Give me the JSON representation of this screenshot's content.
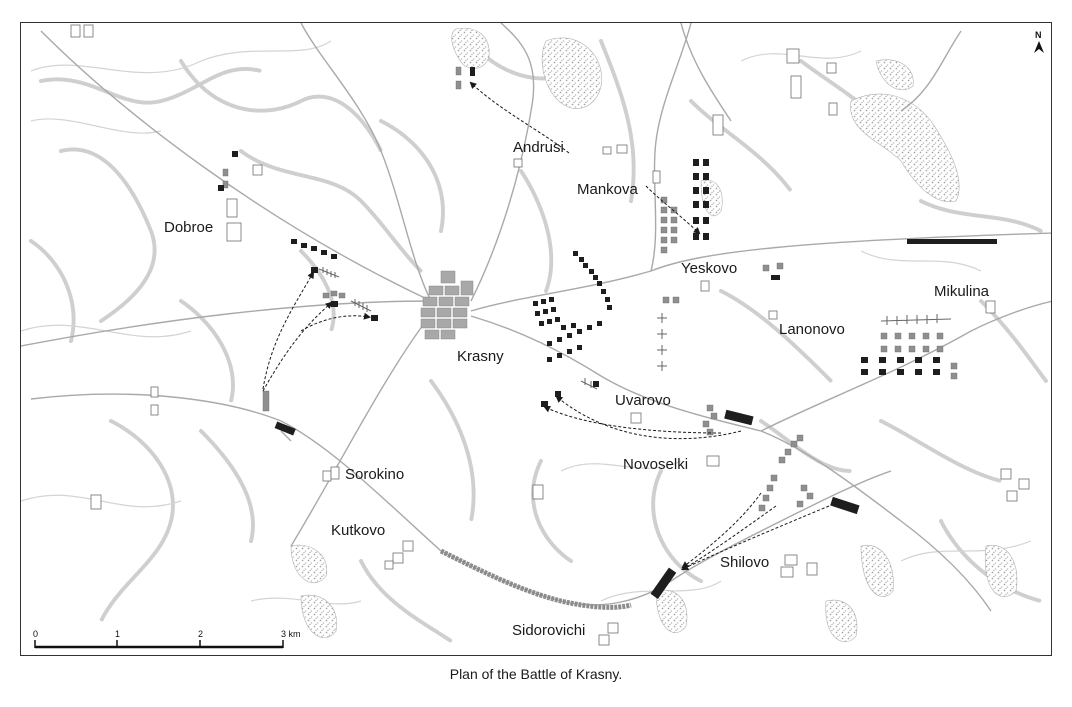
{
  "caption": "Plan of the Battle of Krasny.",
  "north_label": "N",
  "scale": {
    "ticks": [
      "0",
      "1",
      "2",
      "3 km"
    ]
  },
  "places": {
    "andrusi": "Andrusi",
    "mankova": "Mankova",
    "dobroe": "Dobroe",
    "yeskovo": "Yeskovo",
    "mikulina": "Mikulina",
    "lanonovo": "Lanonovo",
    "krasny": "Krasny",
    "uvarovo": "Uvarovo",
    "novoselki": "Novoselki",
    "sorokino": "Sorokino",
    "kutkovo": "Kutkovo",
    "shilovo": "Shilovo",
    "sidorovichi": "Sidorovichi"
  },
  "colors": {
    "ink": "#1a1a1a",
    "terrain": "#c8c8c8",
    "road": "#b5b5b5",
    "french": "#1e1e1e",
    "russian": "#8f8f8f",
    "woods": "#bdbdbd"
  },
  "icons": {
    "north": "north-arrow-icon",
    "woods": "woods-hatch",
    "unit": "unit-block"
  }
}
